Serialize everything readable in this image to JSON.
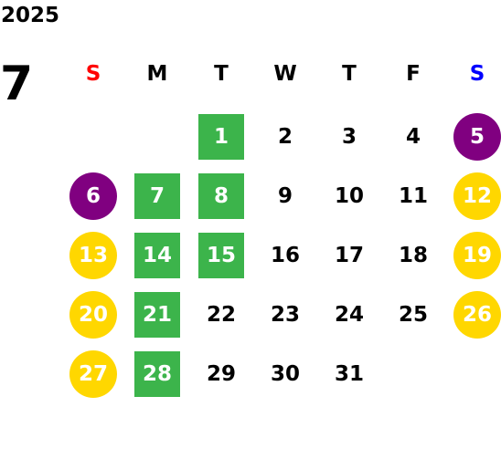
{
  "calendar": {
    "year": "2025",
    "month": "7",
    "weekdays": [
      {
        "label": "S",
        "color": "#ff0000"
      },
      {
        "label": "M",
        "color": "#000000"
      },
      {
        "label": "T",
        "color": "#000000"
      },
      {
        "label": "W",
        "color": "#000000"
      },
      {
        "label": "T",
        "color": "#000000"
      },
      {
        "label": "F",
        "color": "#000000"
      },
      {
        "label": "S",
        "color": "#0000ff"
      }
    ],
    "colors": {
      "green": "#3cb44b",
      "purple": "#800080",
      "yellow": "#ffd700",
      "plain_text": "#000000",
      "marked_text": "#ffffff"
    },
    "days": [
      {
        "label": "1",
        "row": 0,
        "col": 2,
        "mark": "green"
      },
      {
        "label": "2",
        "row": 0,
        "col": 3,
        "mark": "none"
      },
      {
        "label": "3",
        "row": 0,
        "col": 4,
        "mark": "none"
      },
      {
        "label": "4",
        "row": 0,
        "col": 5,
        "mark": "none"
      },
      {
        "label": "5",
        "row": 0,
        "col": 6,
        "mark": "purple"
      },
      {
        "label": "6",
        "row": 1,
        "col": 0,
        "mark": "purple"
      },
      {
        "label": "7",
        "row": 1,
        "col": 1,
        "mark": "green"
      },
      {
        "label": "8",
        "row": 1,
        "col": 2,
        "mark": "green"
      },
      {
        "label": "9",
        "row": 1,
        "col": 3,
        "mark": "none"
      },
      {
        "label": "10",
        "row": 1,
        "col": 4,
        "mark": "none"
      },
      {
        "label": "11",
        "row": 1,
        "col": 5,
        "mark": "none"
      },
      {
        "label": "12",
        "row": 1,
        "col": 6,
        "mark": "yellow"
      },
      {
        "label": "13",
        "row": 2,
        "col": 0,
        "mark": "yellow"
      },
      {
        "label": "14",
        "row": 2,
        "col": 1,
        "mark": "green"
      },
      {
        "label": "15",
        "row": 2,
        "col": 2,
        "mark": "green"
      },
      {
        "label": "16",
        "row": 2,
        "col": 3,
        "mark": "none"
      },
      {
        "label": "17",
        "row": 2,
        "col": 4,
        "mark": "none"
      },
      {
        "label": "18",
        "row": 2,
        "col": 5,
        "mark": "none"
      },
      {
        "label": "19",
        "row": 2,
        "col": 6,
        "mark": "yellow"
      },
      {
        "label": "20",
        "row": 3,
        "col": 0,
        "mark": "yellow"
      },
      {
        "label": "21",
        "row": 3,
        "col": 1,
        "mark": "green"
      },
      {
        "label": "22",
        "row": 3,
        "col": 2,
        "mark": "none"
      },
      {
        "label": "23",
        "row": 3,
        "col": 3,
        "mark": "none"
      },
      {
        "label": "24",
        "row": 3,
        "col": 4,
        "mark": "none"
      },
      {
        "label": "25",
        "row": 3,
        "col": 5,
        "mark": "none"
      },
      {
        "label": "26",
        "row": 3,
        "col": 6,
        "mark": "yellow"
      },
      {
        "label": "27",
        "row": 4,
        "col": 0,
        "mark": "yellow"
      },
      {
        "label": "28",
        "row": 4,
        "col": 1,
        "mark": "green"
      },
      {
        "label": "29",
        "row": 4,
        "col": 2,
        "mark": "none"
      },
      {
        "label": "30",
        "row": 4,
        "col": 3,
        "mark": "none"
      },
      {
        "label": "31",
        "row": 4,
        "col": 4,
        "mark": "none"
      }
    ]
  }
}
